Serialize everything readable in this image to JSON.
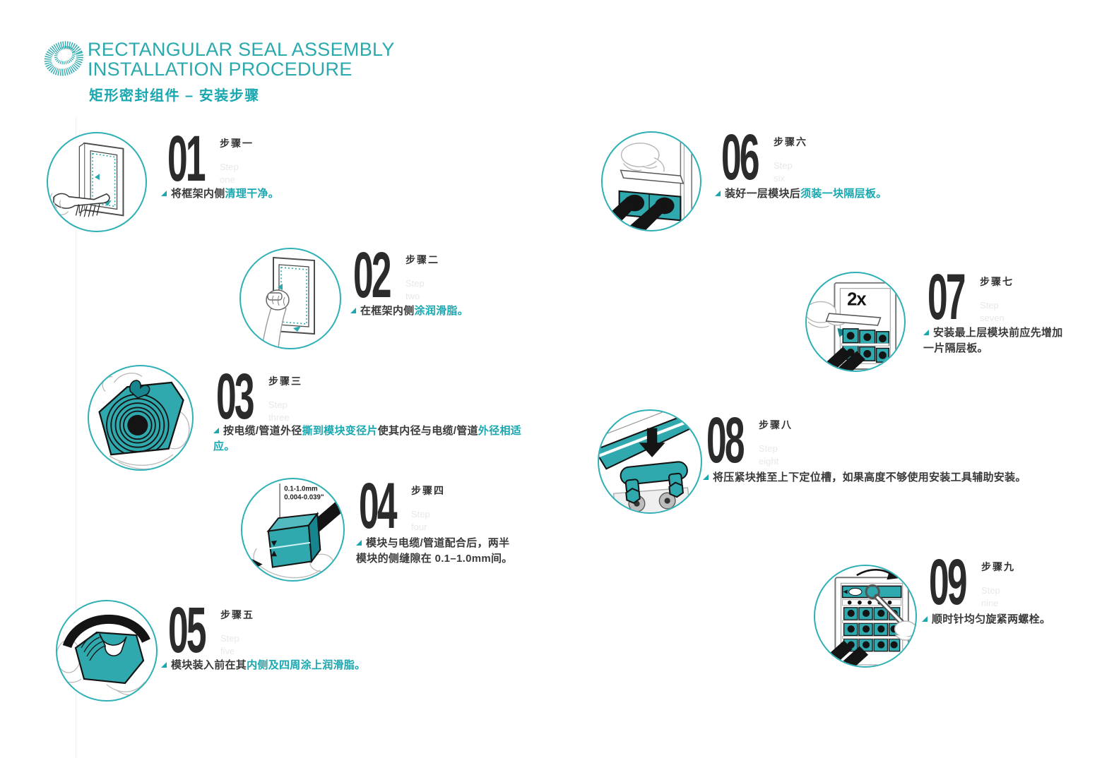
{
  "header": {
    "logo": "seal-ring-logo",
    "title_line1": "RECTANGULAR SEAL ASSEMBLY",
    "title_line2": "INSTALLATION PROCEDURE",
    "subtitle_zh": "矩形密封组件 – 安装步骤"
  },
  "colors": {
    "brand_teal": "#2aa9ae",
    "highlight_teal": "#19a7b0",
    "number_dark": "#2b2b2b",
    "body_text": "#3a3a3a",
    "ghost_text": "#e8e8e8"
  },
  "steps": [
    {
      "number": "01",
      "label_zh": "步骤一",
      "en1": "Step",
      "en2": "one",
      "desc": [
        {
          "t": "将框架内侧"
        },
        {
          "t": "清理干净。",
          "h": true
        }
      ]
    },
    {
      "number": "02",
      "label_zh": "步骤二",
      "en1": "Step",
      "en2": "two",
      "desc": [
        {
          "t": "在框架内侧"
        },
        {
          "t": "涂润滑脂。",
          "h": true
        }
      ]
    },
    {
      "number": "03",
      "label_zh": "步骤三",
      "en1": "Step",
      "en2": "three",
      "desc": [
        {
          "t": "按电缆/管道外径"
        },
        {
          "t": "撕到模块变径片",
          "h": true
        },
        {
          "t": "使其内径与电缆/管道"
        },
        {
          "t": "外径相适应。",
          "h": true
        }
      ]
    },
    {
      "number": "04",
      "label_zh": "步骤四",
      "en1": "Step",
      "en2": "four",
      "desc": [
        {
          "t": "模块与电缆/管道配合后，两半模块的侧缝隙在 0.1–1.0mm间。"
        }
      ],
      "annotation_line1": "0.1-1.0mm",
      "annotation_line2": "0.004-0.039\""
    },
    {
      "number": "05",
      "label_zh": "步骤五",
      "en1": "Step",
      "en2": "five",
      "desc": [
        {
          "t": "模块装入前在其"
        },
        {
          "t": "内侧及四周涂上润滑脂。",
          "h": true
        }
      ]
    },
    {
      "number": "06",
      "label_zh": "步骤六",
      "en1": "Step",
      "en2": "six",
      "desc": [
        {
          "t": "装好一层模块后"
        },
        {
          "t": "须装一块隔层板。",
          "h": true
        }
      ]
    },
    {
      "number": "07",
      "label_zh": "步骤七",
      "en1": "Step",
      "en2": "seven",
      "desc": [
        {
          "t": "安装最上层模块前应先增加一片隔层板。"
        }
      ],
      "annotation": "2x"
    },
    {
      "number": "08",
      "label_zh": "步骤八",
      "en1": "Step",
      "en2": "eight",
      "desc": [
        {
          "t": "将压紧块推至上下定位槽，如果高度不够使用安装工具辅助安装。"
        }
      ]
    },
    {
      "number": "09",
      "label_zh": "步骤九",
      "en1": "Step",
      "en2": "nine",
      "desc": [
        {
          "t": "顺时针均匀旋紧两螺栓。"
        }
      ]
    }
  ]
}
